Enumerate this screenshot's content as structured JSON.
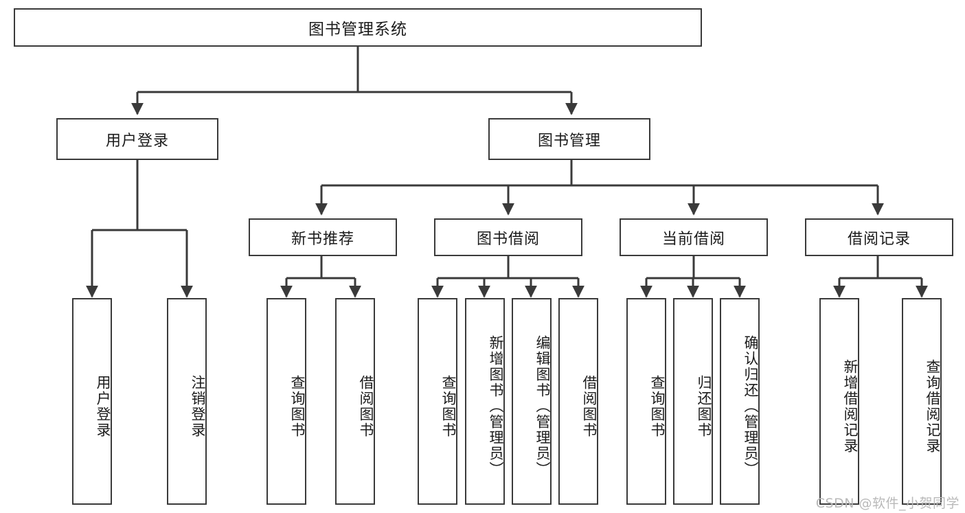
{
  "diagram": {
    "title": "图书管理系统",
    "type": "hierarchy-tree",
    "root": {
      "id": "root",
      "label": "图书管理系统"
    },
    "level1": [
      {
        "id": "user-login",
        "label": "用户登录"
      },
      {
        "id": "book-manage",
        "label": "图书管理"
      }
    ],
    "level2": [
      {
        "id": "new-book-recommend",
        "label": "新书推荐",
        "parent": "book-manage"
      },
      {
        "id": "book-borrow",
        "label": "图书借阅",
        "parent": "book-manage"
      },
      {
        "id": "current-borrow",
        "label": "当前借阅",
        "parent": "book-manage"
      },
      {
        "id": "borrow-record",
        "label": "借阅记录",
        "parent": "book-manage"
      }
    ],
    "leaves": [
      {
        "id": "leaf-user-login",
        "label": "用户登录",
        "parent": "user-login"
      },
      {
        "id": "leaf-logout",
        "label": "注销登录",
        "parent": "user-login"
      },
      {
        "id": "leaf-query-book-1",
        "label": "查询图书",
        "parent": "new-book-recommend"
      },
      {
        "id": "leaf-borrow-book-1",
        "label": "借阅图书",
        "parent": "new-book-recommend"
      },
      {
        "id": "leaf-query-book-2",
        "label": "查询图书",
        "parent": "book-borrow"
      },
      {
        "id": "leaf-add-book",
        "label": "新增图书（管理员）",
        "parent": "book-borrow"
      },
      {
        "id": "leaf-edit-book",
        "label": "编辑图书（管理员）",
        "parent": "book-borrow"
      },
      {
        "id": "leaf-borrow-book-2",
        "label": "借阅图书",
        "parent": "book-borrow"
      },
      {
        "id": "leaf-query-book-3",
        "label": "查询图书",
        "parent": "current-borrow"
      },
      {
        "id": "leaf-return-book",
        "label": "归还图书",
        "parent": "current-borrow"
      },
      {
        "id": "leaf-confirm-return",
        "label": "确认归还（管理员）",
        "parent": "current-borrow"
      },
      {
        "id": "leaf-add-record",
        "label": "新增借阅记录",
        "parent": "borrow-record"
      },
      {
        "id": "leaf-query-record",
        "label": "查询借阅记录",
        "parent": "borrow-record"
      }
    ],
    "colors": {
      "stroke": "#3a3a3a",
      "fill": "#ffffff",
      "text": "#1b1b1b",
      "watermark": "#b9b9b9"
    }
  },
  "watermark": {
    "text": "CSDN @软件_小贺同学"
  }
}
